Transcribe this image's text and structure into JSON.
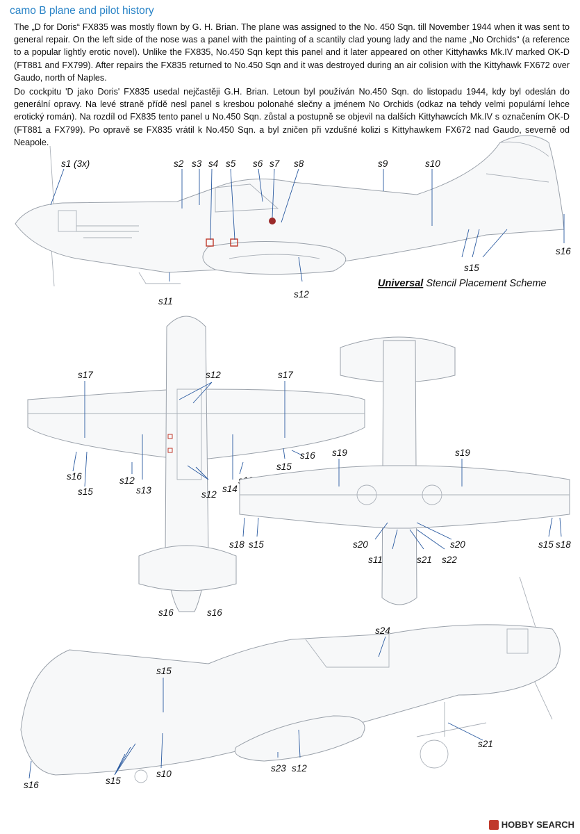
{
  "heading": "camo B plane and pilot history",
  "paragraph_en": "The „D for Doris“ FX835 was mostly flown by G. H. Brian. The plane was assigned to the No. 450 Sqn. till November 1944 when it was sent to general repair. On the left side of the nose was a panel with the painting of a scantily clad young lady and the name „No Orchids“ (a reference to a popular lightly erotic novel). Unlike the FX835, No.450 Sqn kept this panel and it later appeared on other Kittyhawks Mk.IV marked OK-D (FT881 and FX799). After repairs the FX835 returned to No.450 Sqn and it was destroyed during an air colision with the Kittyhawk FX672 over Gaudo, north of Naples.",
  "paragraph_cz": "Do cockpitu 'D jako Doris' FX835 usedal nejčastěji G.H. Brian. Letoun byl používán No.450 Sqn. do listopadu 1944, kdy byl odeslán do generální opravy. Na levé straně přídě nesl panel s kresbou polonahé slečny a jménem No Orchids (odkaz na tehdy velmi populární lehce erotický román). Na rozdíl od FX835 tento panel u No.450 Sqn. zůstal a postupně se objevil na dalších Kittyhawcích Mk.IV s označením OK-D (FT881 a FX799). Po opravě se FX835 vrátil k No.450 Sqn. a byl zničen při vzdušné kolizi s Kittyhawkem FX672 nad Gaudo, severně od Neapole.",
  "scheme_title_underlined": "Universal",
  "scheme_title_rest": " Stencil Placement Scheme",
  "labels": {
    "s1": "s1 (3x)",
    "s2": "s2",
    "s3": "s3",
    "s4": "s4",
    "s5": "s5",
    "s6": "s6",
    "s7": "s7",
    "s8": "s8",
    "s9": "s9",
    "s10": "s10",
    "s11": "s11",
    "s12": "s12",
    "s13": "s13",
    "s14": "s14",
    "s15": "s15",
    "s16": "s16",
    "s17": "s17",
    "s18": "s18",
    "s19": "s19",
    "s20": "s20",
    "s21": "s21",
    "s22": "s22",
    "s23": "s23",
    "s24": "s24"
  },
  "watermark": "HOBBY SEARCH"
}
